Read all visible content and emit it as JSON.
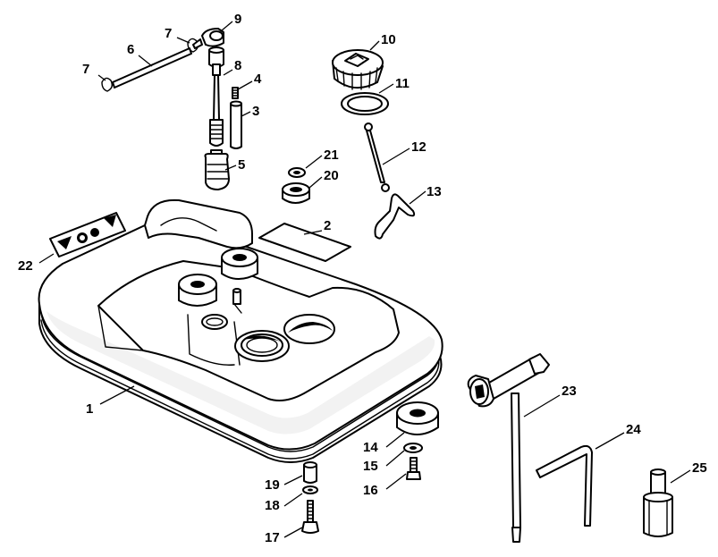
{
  "callouts": [
    {
      "id": "1",
      "label": "1"
    },
    {
      "id": "2",
      "label": "2"
    },
    {
      "id": "3",
      "label": "3"
    },
    {
      "id": "4",
      "label": "4"
    },
    {
      "id": "5",
      "label": "5"
    },
    {
      "id": "6",
      "label": "6"
    },
    {
      "id": "7a",
      "label": "7"
    },
    {
      "id": "7b",
      "label": "7"
    },
    {
      "id": "8",
      "label": "8"
    },
    {
      "id": "9",
      "label": "9"
    },
    {
      "id": "10",
      "label": "10"
    },
    {
      "id": "11",
      "label": "11"
    },
    {
      "id": "12",
      "label": "12"
    },
    {
      "id": "13",
      "label": "13"
    },
    {
      "id": "14",
      "label": "14"
    },
    {
      "id": "15",
      "label": "15"
    },
    {
      "id": "16",
      "label": "16"
    },
    {
      "id": "17",
      "label": "17"
    },
    {
      "id": "18",
      "label": "18"
    },
    {
      "id": "19",
      "label": "19"
    },
    {
      "id": "20",
      "label": "20"
    },
    {
      "id": "21",
      "label": "21"
    },
    {
      "id": "22",
      "label": "22"
    },
    {
      "id": "23",
      "label": "23"
    },
    {
      "id": "24",
      "label": "24"
    },
    {
      "id": "25",
      "label": "25"
    }
  ]
}
